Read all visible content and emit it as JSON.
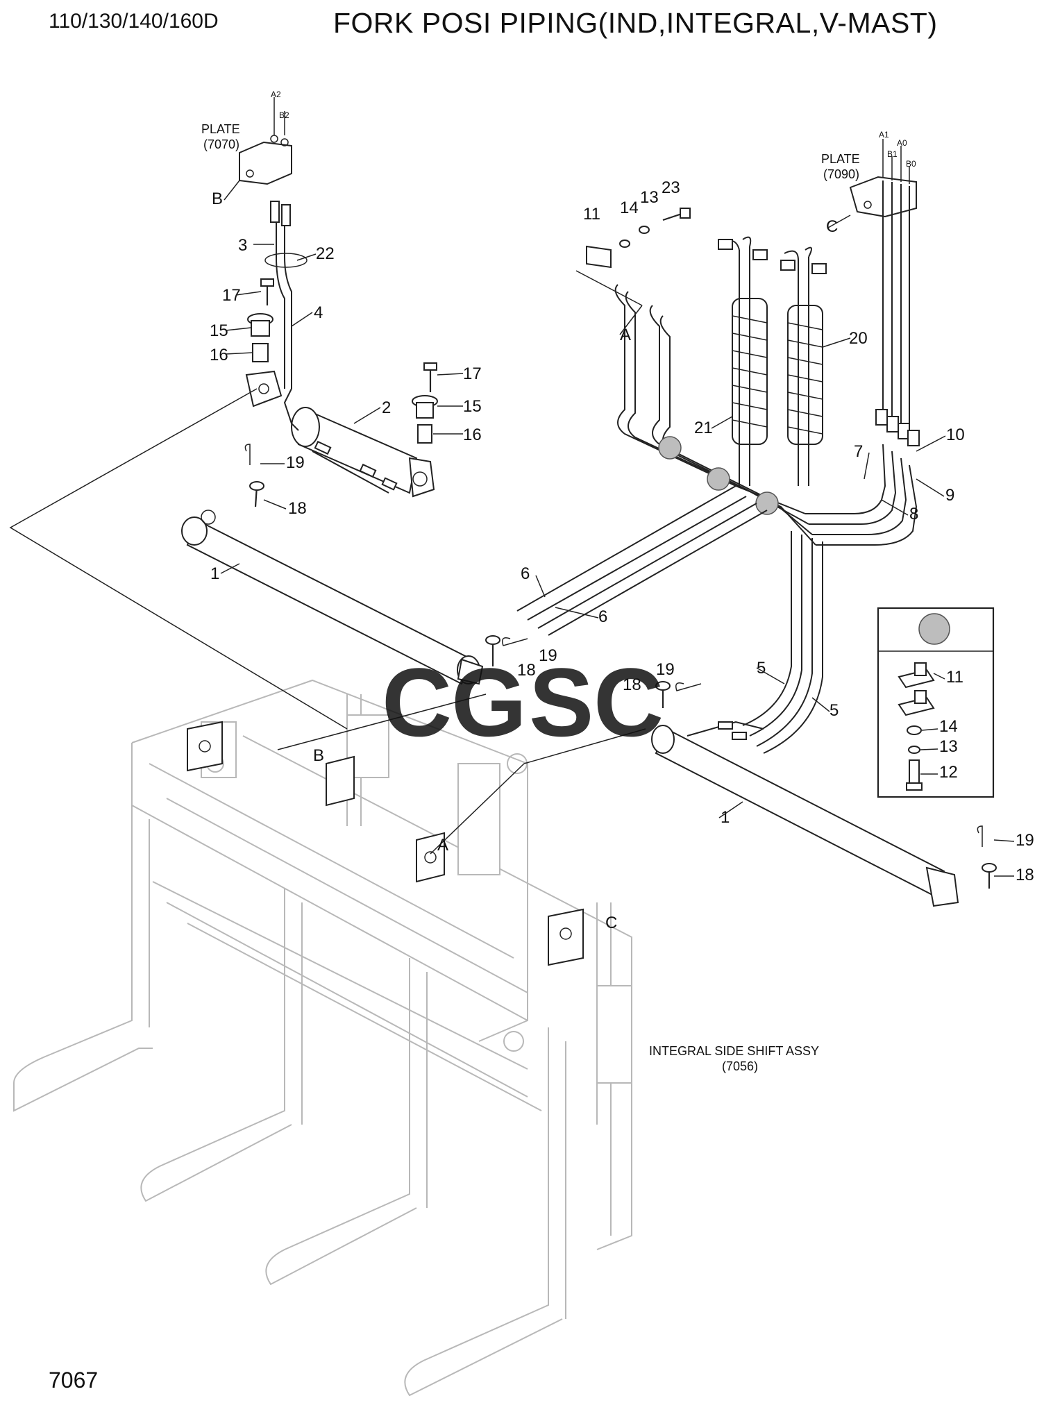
{
  "header": {
    "model": "110/130/140/160D",
    "title": "FORK POSI PIPING(IND,INTEGRAL,V-MAST)"
  },
  "footer": {
    "page_number": "7067"
  },
  "watermark": {
    "letters": [
      "C",
      "G",
      "S",
      "C"
    ],
    "colors": [
      "#5b8def",
      "#ef7b74",
      "#f4d44c",
      "#5cc393"
    ]
  },
  "plates": {
    "left": {
      "name": "PLATE",
      "ref": "(7070)",
      "ports": [
        "A2",
        "B2"
      ]
    },
    "right": {
      "name": "PLATE",
      "ref": "(7090)",
      "ports": [
        "A1",
        "B1",
        "A0",
        "B0"
      ]
    }
  },
  "assembly": {
    "name": "INTEGRAL SIDE SHIFT ASSY",
    "ref": "(7056)"
  },
  "legend_parts": [
    "11",
    "11",
    "14",
    "13",
    "12"
  ],
  "callouts": {
    "left_group": [
      "3",
      "22",
      "17",
      "4",
      "15",
      "16",
      "2",
      "17",
      "15",
      "16",
      "19",
      "18",
      "1"
    ],
    "right_group": [
      "11",
      "14",
      "13",
      "23",
      "20",
      "21",
      "7",
      "8",
      "9",
      "10"
    ],
    "middle_group": [
      "6",
      "6",
      "19",
      "18",
      "18",
      "19",
      "5",
      "5",
      "1",
      "19",
      "18"
    ],
    "letters": [
      "A",
      "B",
      "C",
      "A",
      "B",
      "C"
    ]
  }
}
